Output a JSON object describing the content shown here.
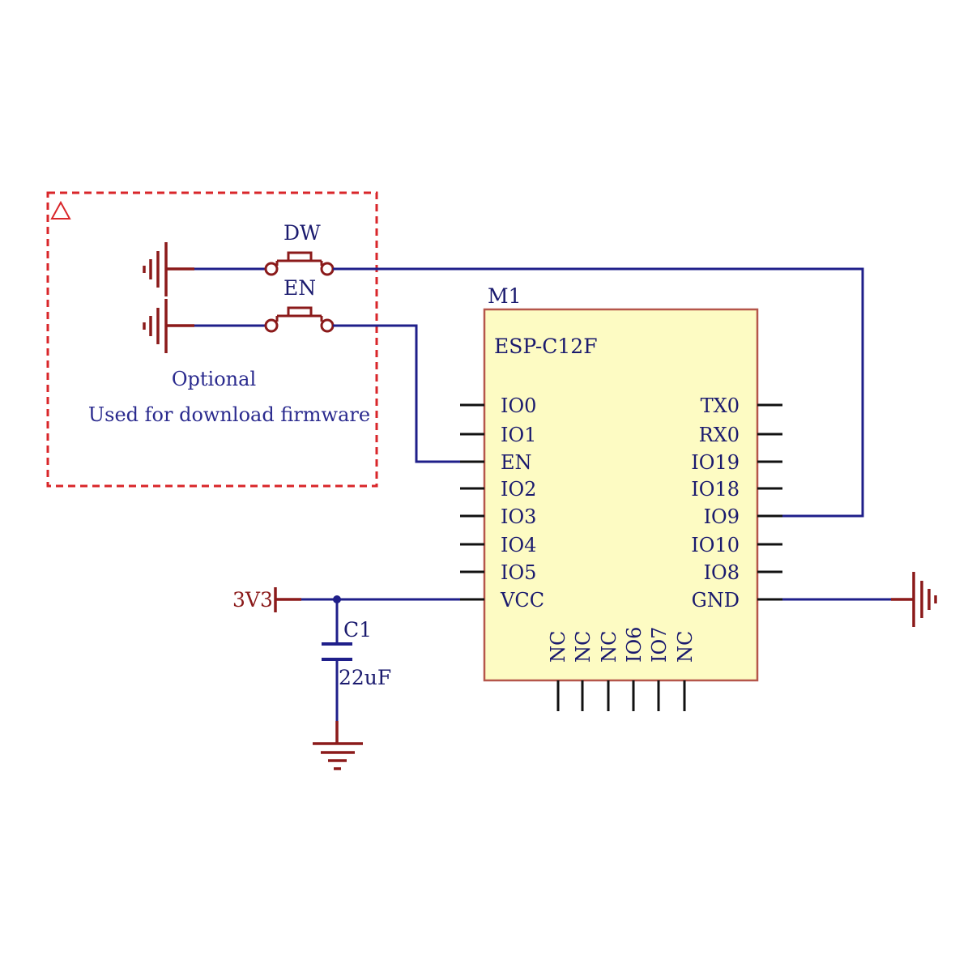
{
  "module": {
    "designator": "M1",
    "name": "ESP-C12F",
    "left_pins": [
      "IO0",
      "IO1",
      "EN",
      "IO2",
      "IO3",
      "IO4",
      "IO5",
      "VCC"
    ],
    "right_pins": [
      "TX0",
      "RX0",
      "IO19",
      "IO18",
      "IO9",
      "IO10",
      "IO8",
      "GND"
    ],
    "bottom_pins": [
      "NC",
      "NC",
      "NC",
      "IO6",
      "IO7",
      "NC"
    ],
    "body_color": "#fdfbc3",
    "border_color": "#b5564a"
  },
  "optional_block": {
    "note_line1": "Optional",
    "note_line2": "Used for download firmware",
    "buttons": [
      "DW",
      "EN"
    ],
    "border_color": "#d9262a"
  },
  "power": {
    "rail_label": "3V3",
    "capacitor_designator": "C1",
    "capacitor_value": "22uF"
  },
  "colors": {
    "wire": "#1f1f8a",
    "component_red": "#8b1a1a",
    "pin_black": "#111111"
  }
}
